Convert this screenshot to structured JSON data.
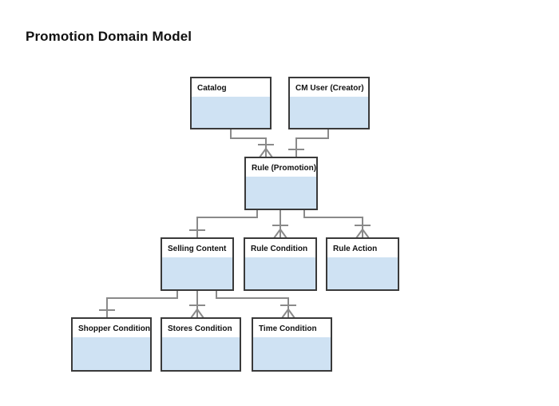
{
  "title": "Promotion Domain Model",
  "entities": {
    "catalog": "Catalog",
    "cm_user": "CM User (Creator)",
    "rule": "Rule (Promotion)",
    "selling_content": "Selling Content",
    "rule_condition": "Rule Condition",
    "rule_action": "Rule Action",
    "shopper_condition": "Shopper Condition",
    "stores_condition": "Stores Condition",
    "time_condition": "Time Condition"
  },
  "colors": {
    "entity_fill": "#cfe2f3",
    "entity_border": "#3a3a3a",
    "connector": "#8a8a8a"
  },
  "relationships": [
    {
      "from": "catalog",
      "to": "rule",
      "to_end": "one-and-many"
    },
    {
      "from": "cm_user",
      "to": "rule",
      "to_end": "one"
    },
    {
      "from": "rule",
      "to": "selling_content",
      "to_end": "one"
    },
    {
      "from": "rule",
      "to": "rule_condition",
      "to_end": "one-and-many"
    },
    {
      "from": "rule",
      "to": "rule_action",
      "to_end": "one-and-many"
    },
    {
      "from": "selling_content",
      "to": "shopper_condition",
      "to_end": "one"
    },
    {
      "from": "selling_content",
      "to": "stores_condition",
      "to_end": "one-and-many"
    },
    {
      "from": "selling_content",
      "to": "time_condition",
      "to_end": "one-and-many"
    }
  ]
}
